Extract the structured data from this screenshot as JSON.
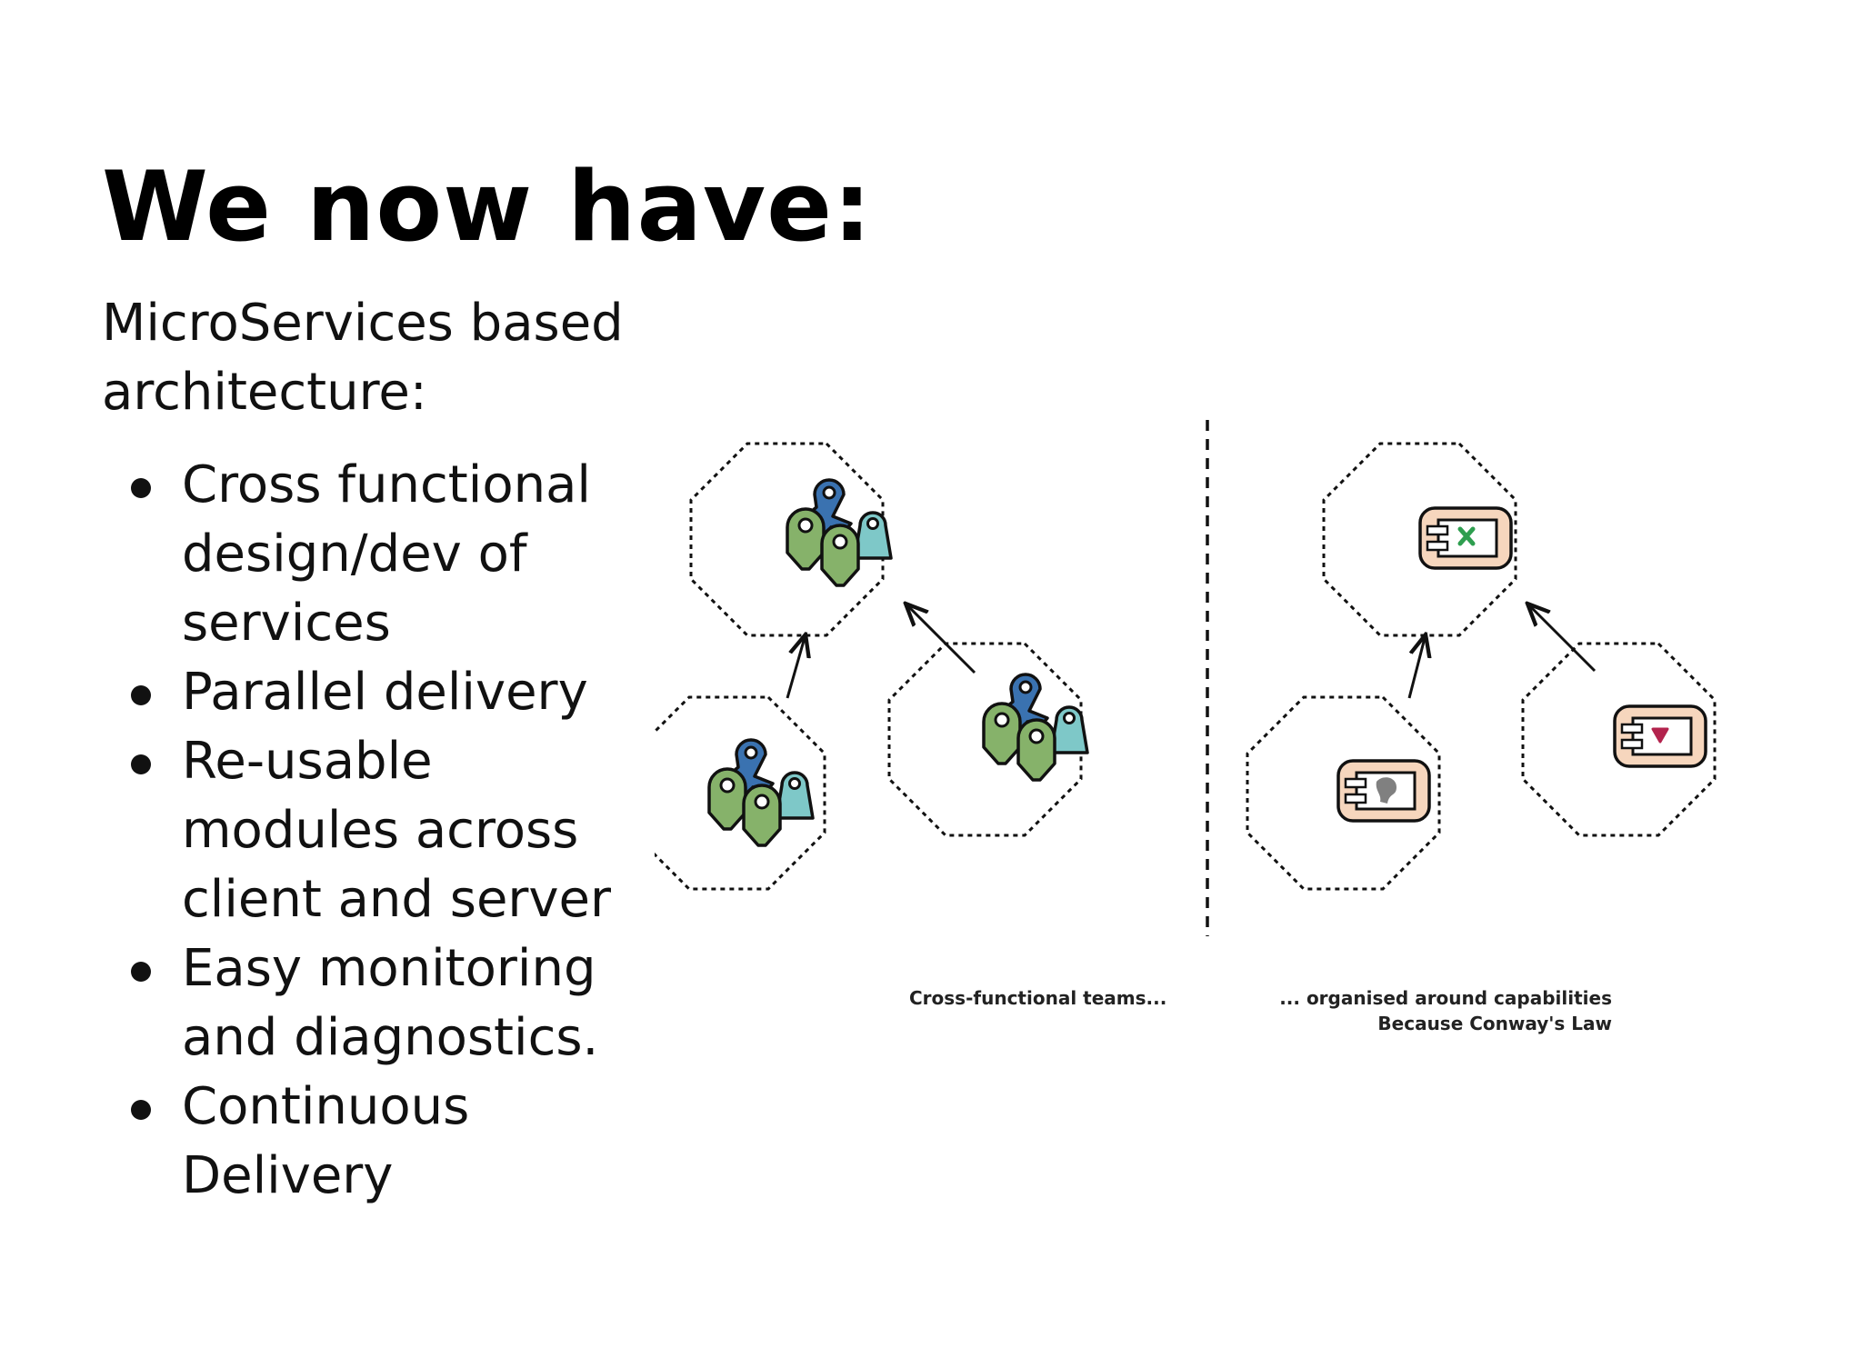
{
  "slide": {
    "title": "We now have:",
    "subtitle": "MicroServices based architecture:",
    "bullets": [
      "Cross functional design/dev of services",
      "Parallel delivery",
      "Re-usable modules across client and server",
      "Easy monitoring and diagnostics.",
      "Continuous Delivery"
    ]
  },
  "diagram": {
    "left_caption": "Cross-functional teams...",
    "right_caption_line1": "... organised around capabilities",
    "right_caption_line2": "Because Conway's Law",
    "colors": {
      "person_blue": "#3a72b0",
      "person_teal": "#7ec8c8",
      "person_green": "#86b26a",
      "module_fill": "#f6d6bd",
      "green_mark": "#2e9e4f",
      "grey_mark": "#808080",
      "red_mark": "#b3234d"
    }
  }
}
